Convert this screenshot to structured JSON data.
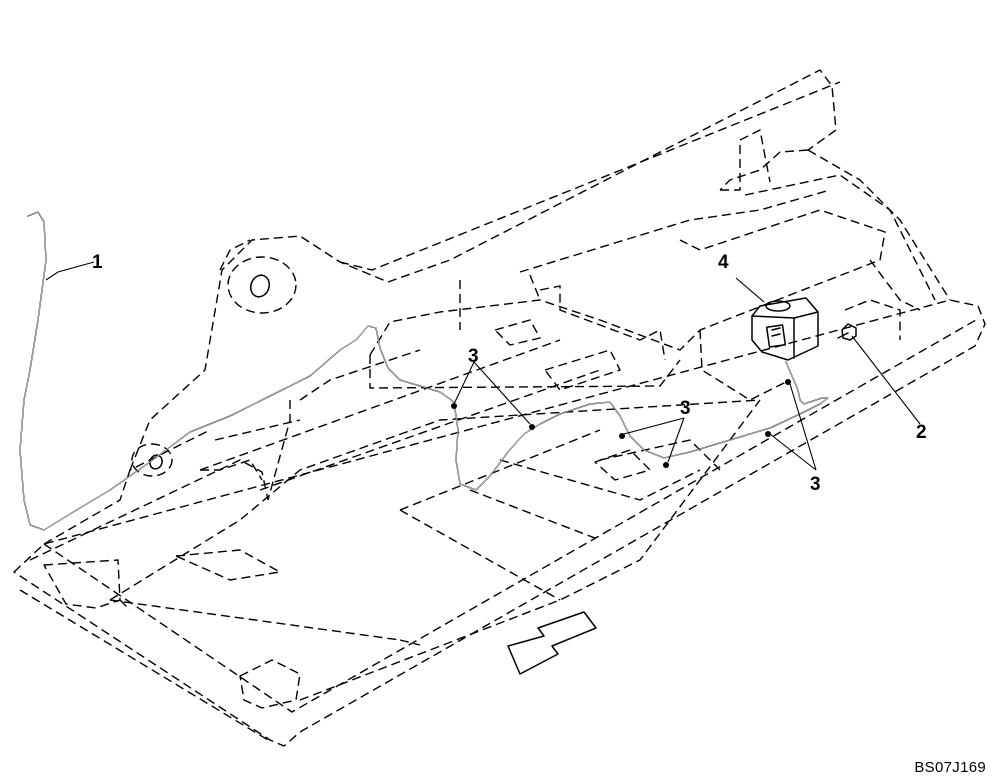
{
  "callouts": {
    "line": "1",
    "bolt": "2",
    "clamps_center": "3",
    "clamps_middle": "3",
    "clamps_right": "3",
    "tank": "4"
  },
  "reference_code": "BS07J169"
}
